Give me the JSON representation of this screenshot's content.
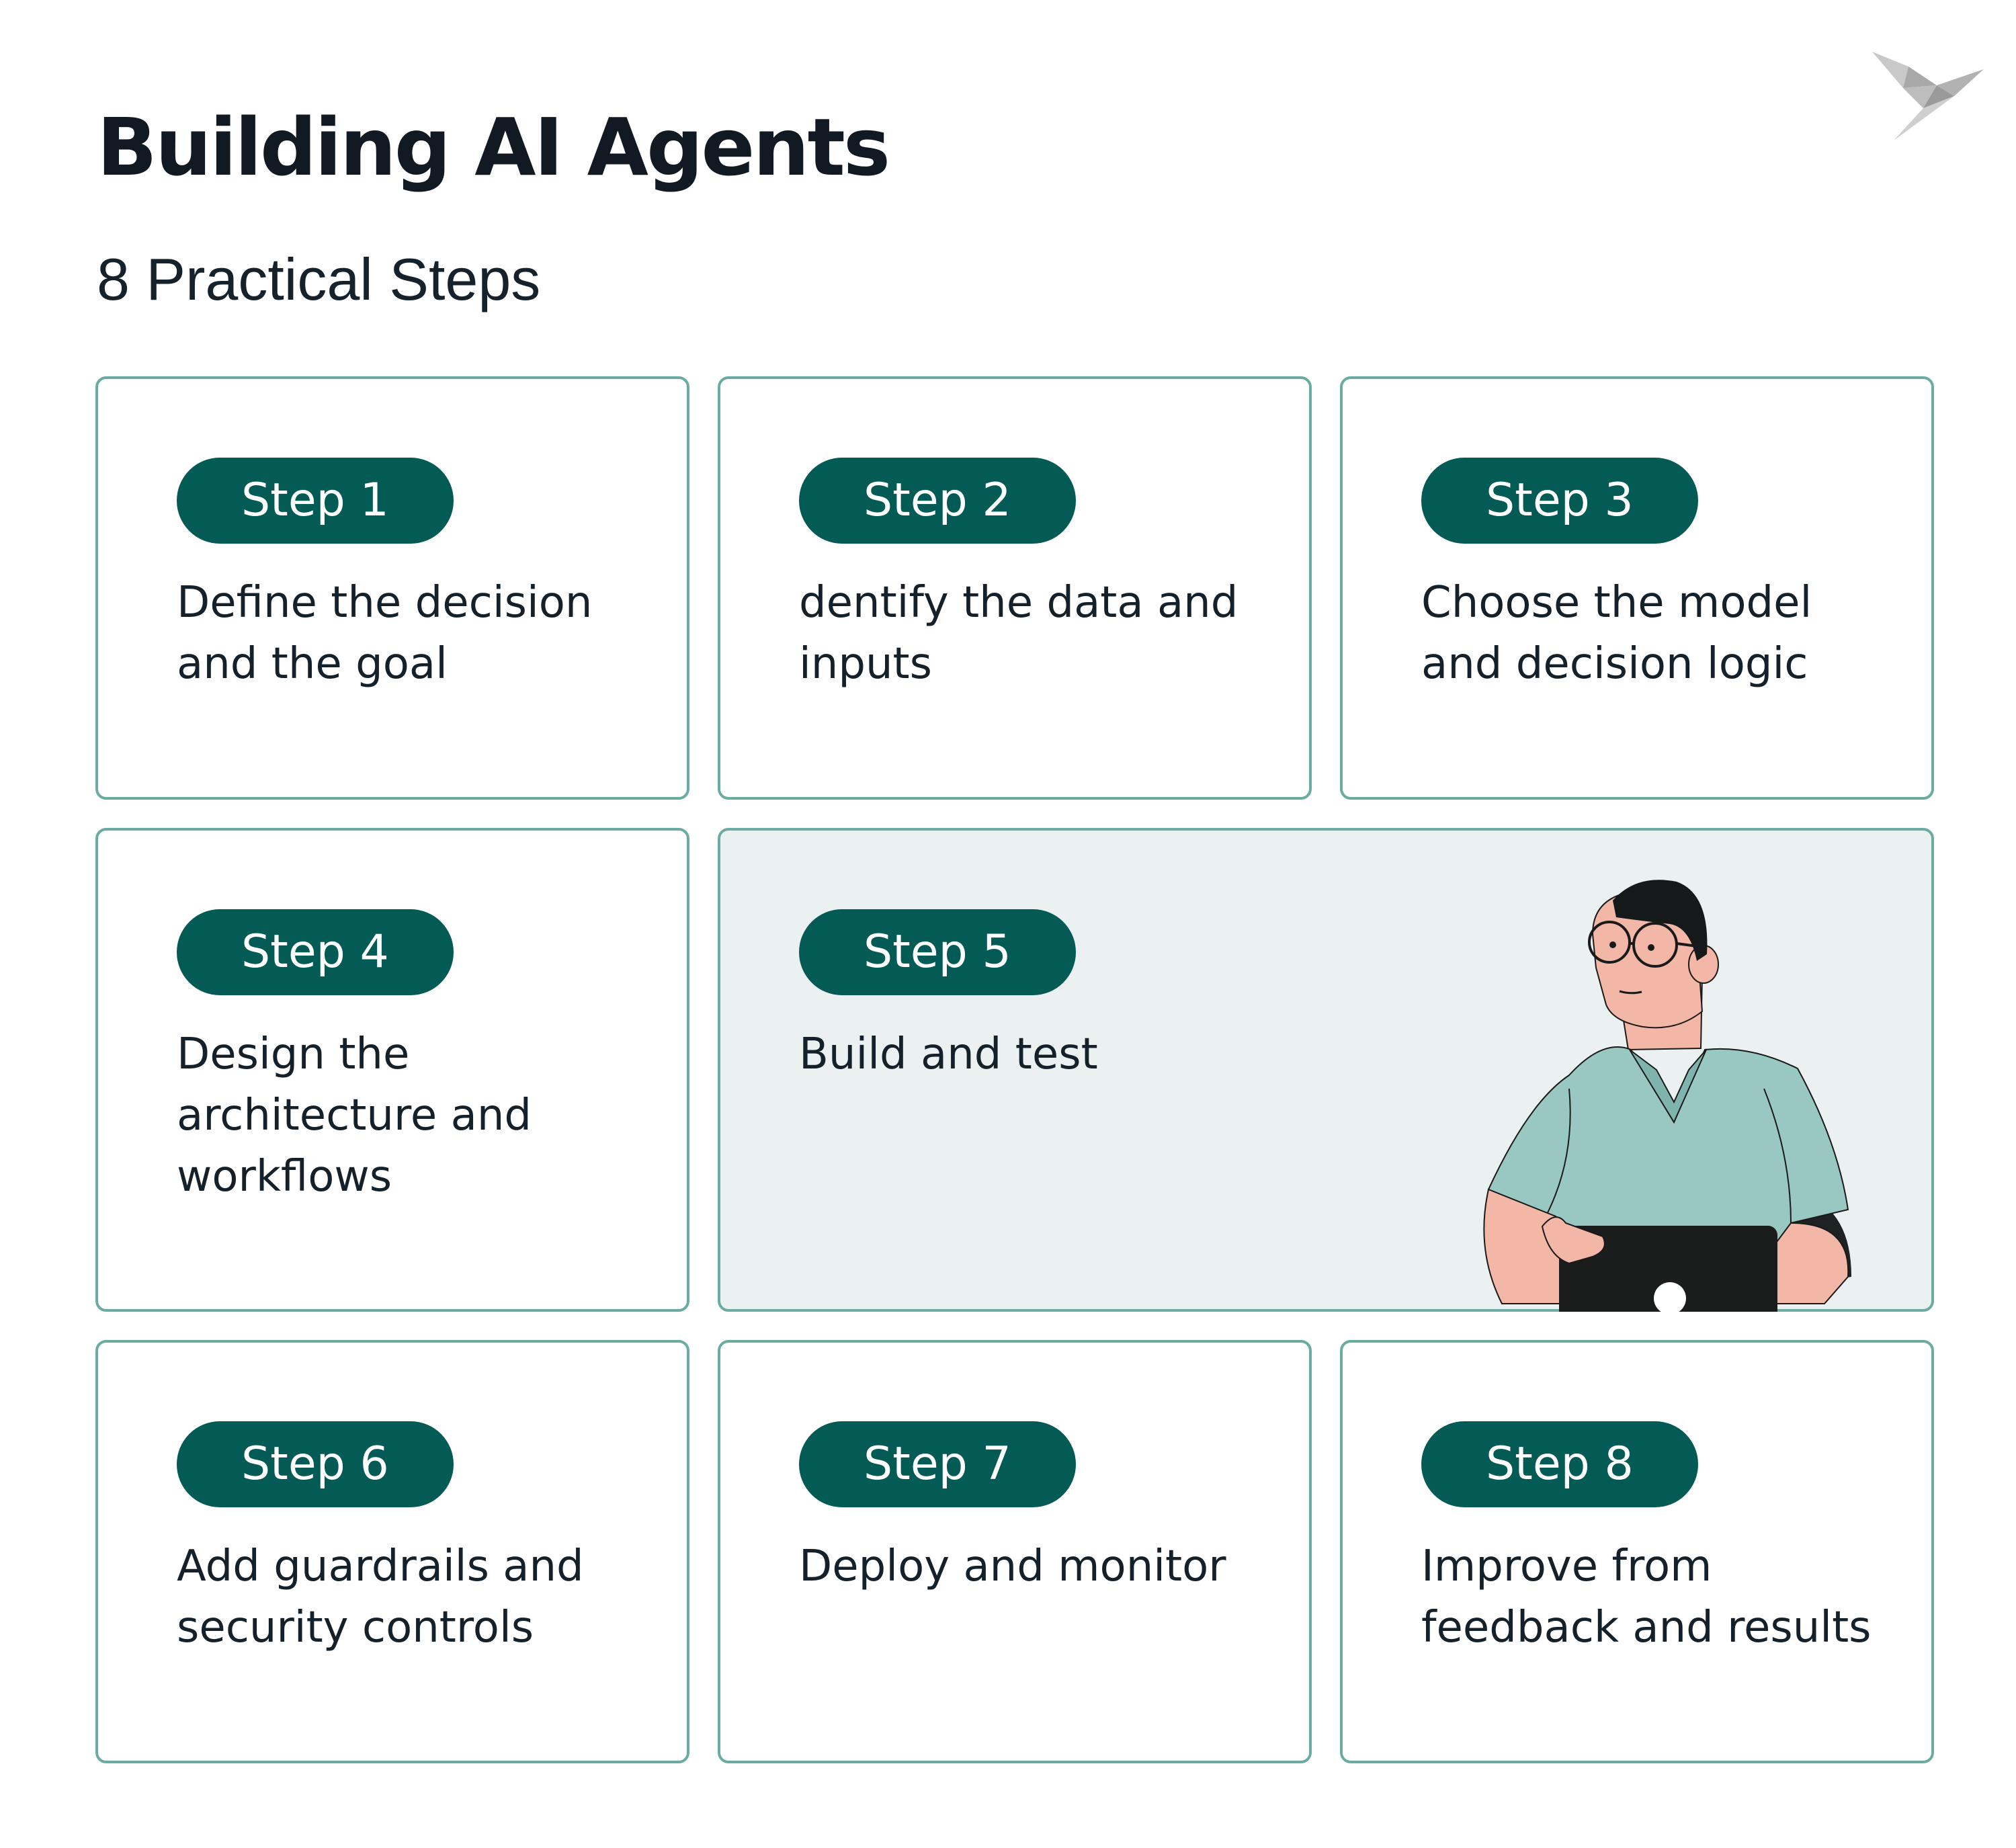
{
  "header": {
    "title": "Building AI Agents",
    "subtitle": "8 Practical Steps"
  },
  "icons": {
    "logo": "origami-bird-icon",
    "illustration": "person-holding-tablet-illustration"
  },
  "colors": {
    "pill": "#045a54",
    "border": "#6aaba2",
    "highlight_bg": "#ebf1f0",
    "title": "#111a22"
  },
  "steps": [
    {
      "label": "Step 1",
      "text": "Define the decision and the goal"
    },
    {
      "label": "Step 2",
      "text": "dentify the data and inputs"
    },
    {
      "label": "Step 3",
      "text": "Choose the model and decision logic"
    },
    {
      "label": "Step 4",
      "text": "Design the architecture and workflows"
    },
    {
      "label": "Step 5",
      "text": "Build and test"
    },
    {
      "label": "Step 6",
      "text": "Add guardrails and security controls"
    },
    {
      "label": "Step 7",
      "text": "Deploy and monitor"
    },
    {
      "label": "Step 8",
      "text": "Improve from feedback and results"
    }
  ]
}
